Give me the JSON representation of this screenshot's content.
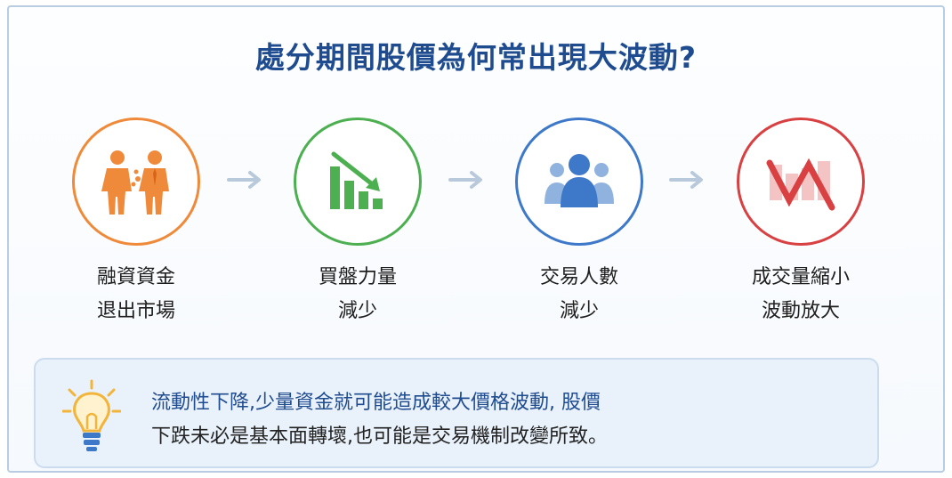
{
  "title": "處分期間股價為何常出現大波動?",
  "steps": [
    {
      "line1": "融資資金",
      "line2": "退出市場",
      "icon": "people-exchange-icon",
      "color": "#ef8a3a"
    },
    {
      "line1": "買盤力量",
      "line2": "減少",
      "icon": "bar-chart-down-icon",
      "color": "#4caf50"
    },
    {
      "line1": "交易人數",
      "line2": "減少",
      "icon": "group-people-icon",
      "color": "#3d78c9"
    },
    {
      "line1": "成交量縮小",
      "line2": "波動放大",
      "icon": "zigzag-volatility-icon",
      "color": "#d84042"
    }
  ],
  "note": {
    "icon": "lightbulb-icon",
    "line1": "流動性下降,少量資金就可能造成較大價格波動, 股價",
    "line2": "下跌未必是基本面轉壞,也可能是交易機制改變所致。"
  },
  "colors": {
    "title": "#1f4b8f",
    "arrow": "#b8c9db",
    "note_bg": "#e9f2fb"
  }
}
